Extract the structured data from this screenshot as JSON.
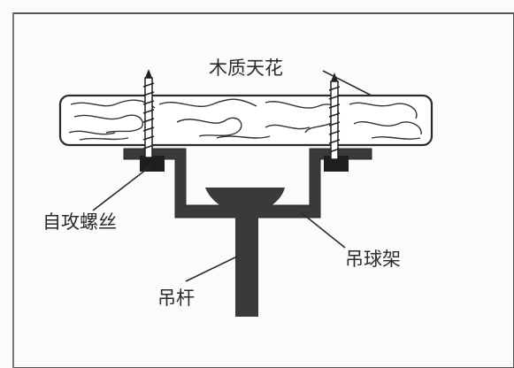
{
  "labels": {
    "ceiling": "木质天花",
    "screw": "自攻螺丝",
    "bracket": "吊球架",
    "rod": "吊杆"
  },
  "colors": {
    "line": "#2b2b2b",
    "fill_dark": "#3a3a3a",
    "background": "#fbfbfb"
  }
}
